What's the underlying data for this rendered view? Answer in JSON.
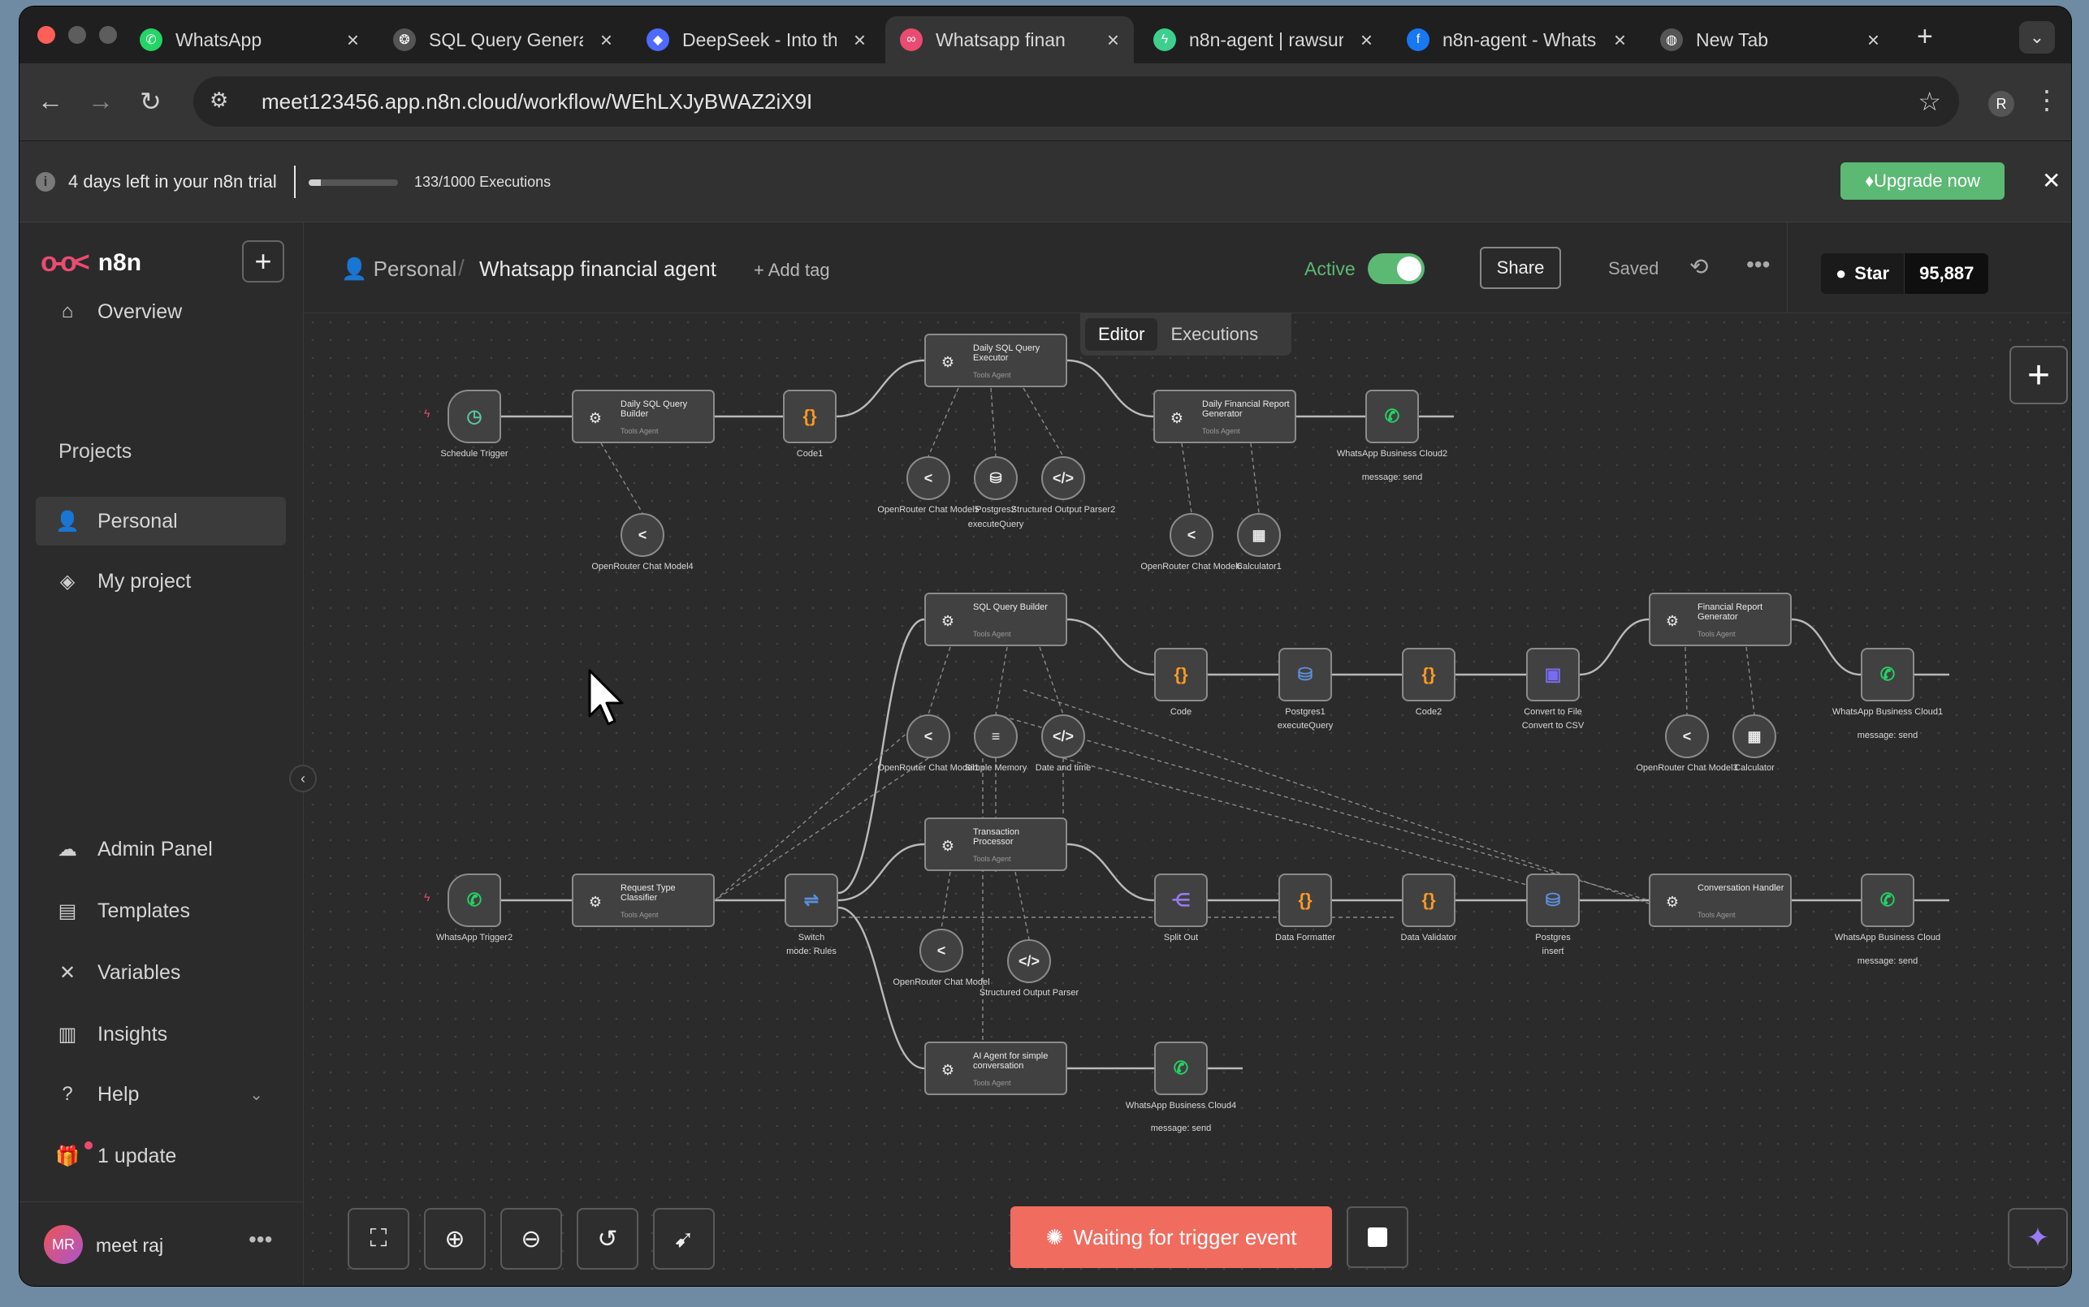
{
  "browser": {
    "tabs": [
      {
        "title": "WhatsApp",
        "color": "#25d366",
        "glyph": "✆"
      },
      {
        "title": "SQL Query Genera",
        "color": "#555555",
        "glyph": "❂"
      },
      {
        "title": "DeepSeek - Into th",
        "color": "#4d6bfe",
        "glyph": "◆"
      },
      {
        "title": "Whatsapp finan",
        "color": "#ea4b71",
        "glyph": "∞"
      },
      {
        "title": "n8n-agent | rawsur",
        "color": "#3ecf8e",
        "glyph": "ϟ"
      },
      {
        "title": "n8n-agent - Whats",
        "color": "#1877f2",
        "glyph": "f"
      },
      {
        "title": "New Tab",
        "color": "#555555",
        "glyph": "◍"
      }
    ],
    "url": "meet123456.app.n8n.cloud/workflow/WEhLXJyBWAZ2iX9I",
    "profile_initial": "R"
  },
  "trial": {
    "message": "4 days left in your n8n trial",
    "executions": "133/1000 Executions",
    "progress": 0.133,
    "upgrade": "Upgrade now"
  },
  "sidebar": {
    "brand": "n8n",
    "overview": "Overview",
    "projects_heading": "Projects",
    "personal": "Personal",
    "my_project": "My project",
    "admin_panel": "Admin Panel",
    "templates": "Templates",
    "variables": "Variables",
    "insights": "Insights",
    "help": "Help",
    "update": "1 update",
    "user_initials": "MR",
    "user_name": "meet raj"
  },
  "header": {
    "crumb_project": "Personal",
    "workflow_name": "Whatsapp financial agent",
    "add_tag": "+ Add tag",
    "active_label": "Active",
    "share": "Share",
    "saved": "Saved",
    "star": "Star",
    "star_count": "95,887"
  },
  "canvas": {
    "tab_editor": "Editor",
    "tab_executions": "Executions",
    "waiting": "Waiting for trigger event",
    "nodes": {
      "schedule_trigger": "Schedule Trigger",
      "daily_sql_builder": "Daily SQL Query Builder",
      "code1": "Code1",
      "daily_sql_executor": "Daily SQL Query Executor",
      "or_model5": "OpenRouter Chat Model5",
      "postgres2": "Postgres2",
      "postgres2_sub": "executeQuery",
      "struct_parser2": "Structured Output Parser2",
      "daily_report_gen": "Daily Financial Report Generator",
      "wa_cloud2": "WhatsApp Business Cloud2",
      "wa_cloud2_sub": "message: send",
      "or_model4": "OpenRouter Chat Model4",
      "or_model6": "OpenRouter Chat Model6",
      "calculator1": "Calculator1",
      "sql_builder": "SQL Query Builder",
      "code": "Code",
      "postgres1": "Postgres1",
      "postgres1_sub": "executeQuery",
      "code2": "Code2",
      "convert_file": "Convert to File",
      "convert_file_sub": "Convert to CSV",
      "fin_report_gen": "Financial Report Generator",
      "wa_cloud1": "WhatsApp Business Cloud1",
      "wa_cloud1_sub": "message: send",
      "or_model1": "OpenRouter Chat Model1",
      "simple_memory": "Simple Memory",
      "date_time": "Date and time",
      "or_model3": "OpenRouter Chat Model3",
      "calculator": "Calculator",
      "wa_trigger2": "WhatsApp Trigger2",
      "request_classifier": "Request Type Classifier",
      "switch": "Switch",
      "switch_sub": "mode: Rules",
      "tx_processor": "Transaction Processor",
      "split_out": "Split Out",
      "data_formatter": "Data Formatter",
      "data_validator": "Data Validator",
      "postgres": "Postgres",
      "postgres_sub": "insert",
      "conv_handler": "Conversation Handler",
      "wa_cloud": "WhatsApp Business Cloud",
      "wa_cloud_sub": "message: send",
      "or_model": "OpenRouter Chat Model",
      "struct_parser": "Structured Output Parser",
      "ai_simple": "AI Agent for simple conversation",
      "wa_cloud4": "WhatsApp Business Cloud4",
      "wa_cloud4_sub": "message: send",
      "tools_agent": "Tools Agent"
    }
  },
  "colors": {
    "accent": "#ea4b71",
    "active": "#5bb974",
    "waiting": "#f06c5f",
    "code_node": "#ff9922",
    "whatsapp": "#25d366"
  }
}
